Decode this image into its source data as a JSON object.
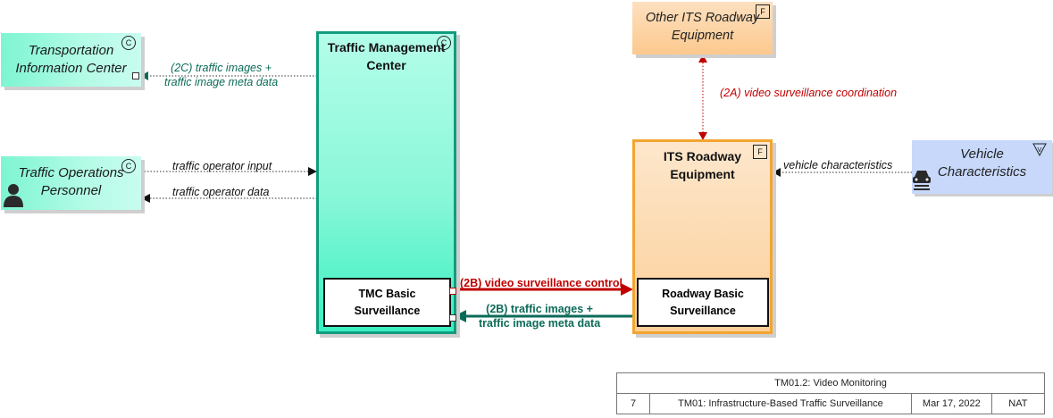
{
  "terminators": {
    "tic": {
      "label_line1": "Transportation",
      "label_line2": "Information Center",
      "badge": "C"
    },
    "top": {
      "label_line1": "Traffic Operations",
      "label_line2": "Personnel",
      "badge": "C"
    },
    "tmc": {
      "label_line1": "Traffic Management",
      "label_line2": "Center",
      "badge": "C"
    },
    "other_its": {
      "label_line1": "Other ITS Roadway",
      "label_line2": "Equipment",
      "badge": "F"
    },
    "its": {
      "label_line1": "ITS Roadway",
      "label_line2": "Equipment",
      "badge": "F"
    },
    "vehicle": {
      "label_line1": "Vehicle",
      "label_line2": "Characteristics",
      "badge": "V"
    }
  },
  "subsystems": {
    "tmc_basic": {
      "line1": "TMC Basic",
      "line2": "Surveillance"
    },
    "roadway_basic": {
      "line1": "Roadway Basic",
      "line2": "Surveillance"
    }
  },
  "flows": {
    "f2c_line1": "(2C) traffic images +",
    "f2c_line2": "traffic image meta data",
    "operator_input": "traffic operator input",
    "operator_data": "traffic operator data",
    "f2a": "(2A) video surveillance coordination",
    "vehicle_chars": "vehicle characteristics",
    "f2b_control": "(2B) video surveillance control",
    "f2b_images_line1": "(2B) traffic images +",
    "f2b_images_line2": "traffic image meta data"
  },
  "colors": {
    "control_flow": "#c00000",
    "image_flow": "#0b6b58",
    "coordination_flow": "#c00000",
    "tmc_border": "#129c7e",
    "its_border": "#f3a531",
    "vehicle_fill": "#c7d8fb"
  },
  "title_block": {
    "title": "TM01.2: Video Monitoring",
    "number": "7",
    "package": "TM01: Infrastructure-Based Traffic Surveillance",
    "date": "Mar 17, 2022",
    "scope": "NAT"
  }
}
